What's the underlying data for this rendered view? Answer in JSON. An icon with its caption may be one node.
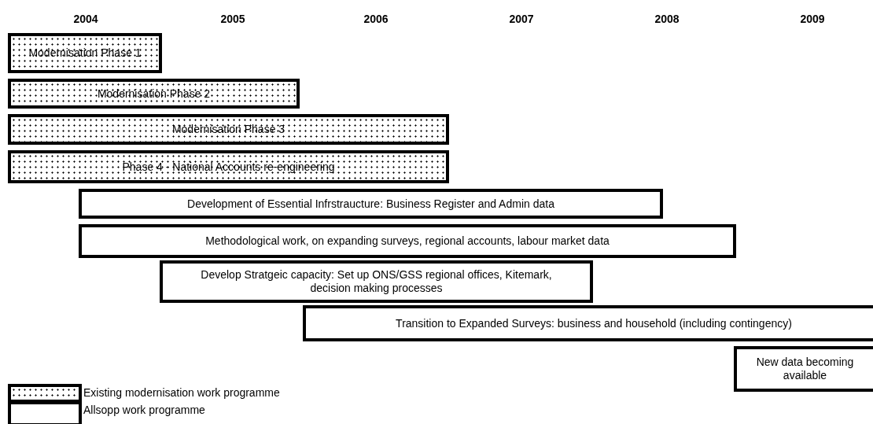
{
  "diagram": {
    "nodes": [
      {
        "text": [
          "Modernisation Phase 1"
        ]
      },
      {
        "text": [
          "Modernisation Phase 2"
        ]
      },
      {
        "text": [
          "Modernisation Phase 3"
        ]
      },
      {
        "text": [
          "Phase 4 - National Accounts re-engineering"
        ]
      },
      {
        "text": [
          "Development of Essential Infrstraucture: Business Register and Admin data"
        ]
      },
      {
        "text": [
          "Methodological work, on expanding surveys, regional accounts, labour market data"
        ]
      },
      {
        "text": [
          "Develop Stratgeic capacity: Set up ONS/GSS regional offices, Kitemark, decision making processes"
        ]
      },
      {
        "text": [
          "Transition to Expanded Surveys: business and household (including contingency)"
        ]
      },
      {
        "text": [
          "New data becoming available"
        ]
      }
    ],
    "labels": [
      "2004",
      "2005",
      "2006",
      "2007",
      "2008",
      "2009"
    ],
    "legend": [
      {
        "text": "Existing modernisation work programme"
      },
      {
        "text": "Allsopp work programme"
      }
    ]
  }
}
